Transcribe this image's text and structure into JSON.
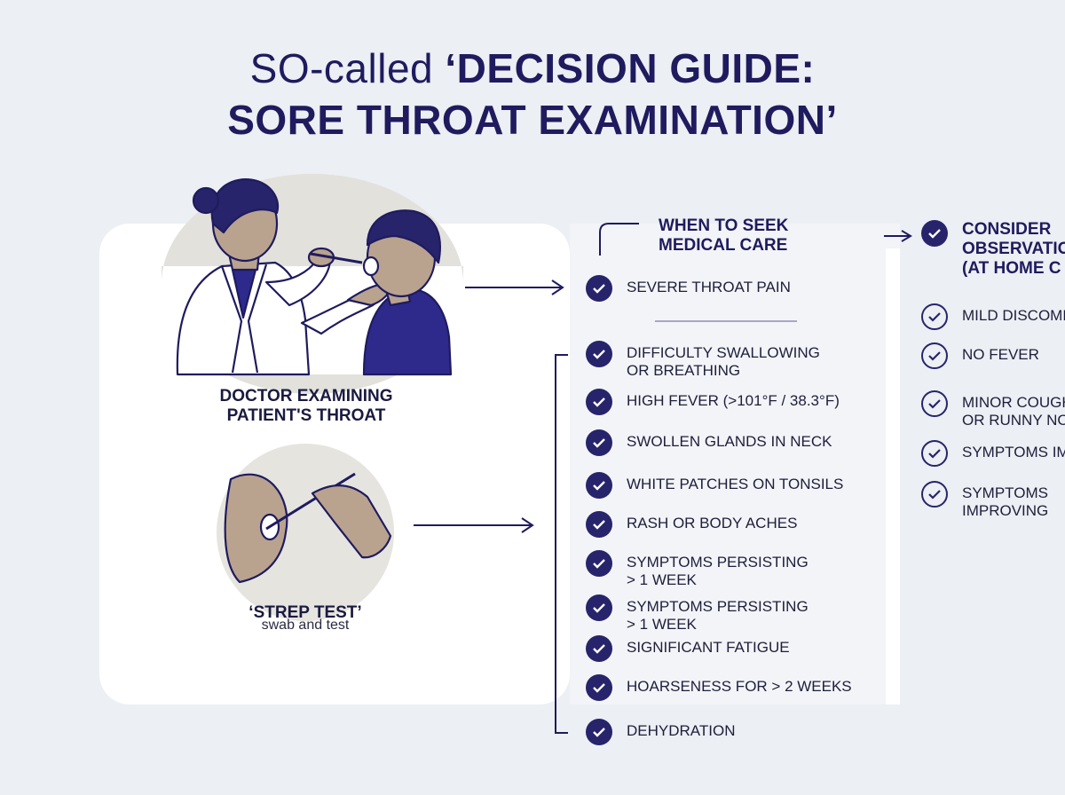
{
  "title": {
    "light": "SO-called ",
    "bold_line1": "‘DECISION GUIDE:",
    "bold_line2": "SORE THROAT EXAMINATION’"
  },
  "illustrations": {
    "doctor_caption": "DOCTOR EXAMINING\nPATIENT'S THROAT",
    "strep_caption": "‘STREP TEST’",
    "strep_sub": "swab and test"
  },
  "seek_care": {
    "heading": "WHEN TO SEEK\nMEDICAL CARE",
    "items": [
      "SEVERE THROAT PAIN",
      "DIFFICULTY SWALLOWING\nOR BREATHING",
      "HIGH FEVER (>101°F / 38.3°F)",
      "SWOLLEN GLANDS IN NECK",
      "WHITE PATCHES ON TONSILS",
      "RASH OR BODY ACHES",
      "SYMPTOMS PERSISTING\n> 1 WEEK",
      "SYMPTOMS PERSISTING\n> 1 WEEK",
      "SIGNIFICANT FATIGUE",
      "HOARSENESS FOR > 2 WEEKS",
      "DEHYDRATION"
    ]
  },
  "observation": {
    "heading": "CONSIDER\nOBSERVATIO\n(AT HOME C",
    "items": [
      "MILD DISCOMF",
      "NO FEVER",
      "MINOR COUGH\nOR RUNNY NO",
      "SYMPTOMS IM",
      "SYMPTOMS\nIMPROVING"
    ]
  },
  "colors": {
    "background": "#eceff3",
    "navy": "#27246b",
    "skin": "#b9a38f",
    "shirt": "#2d2a8c"
  }
}
